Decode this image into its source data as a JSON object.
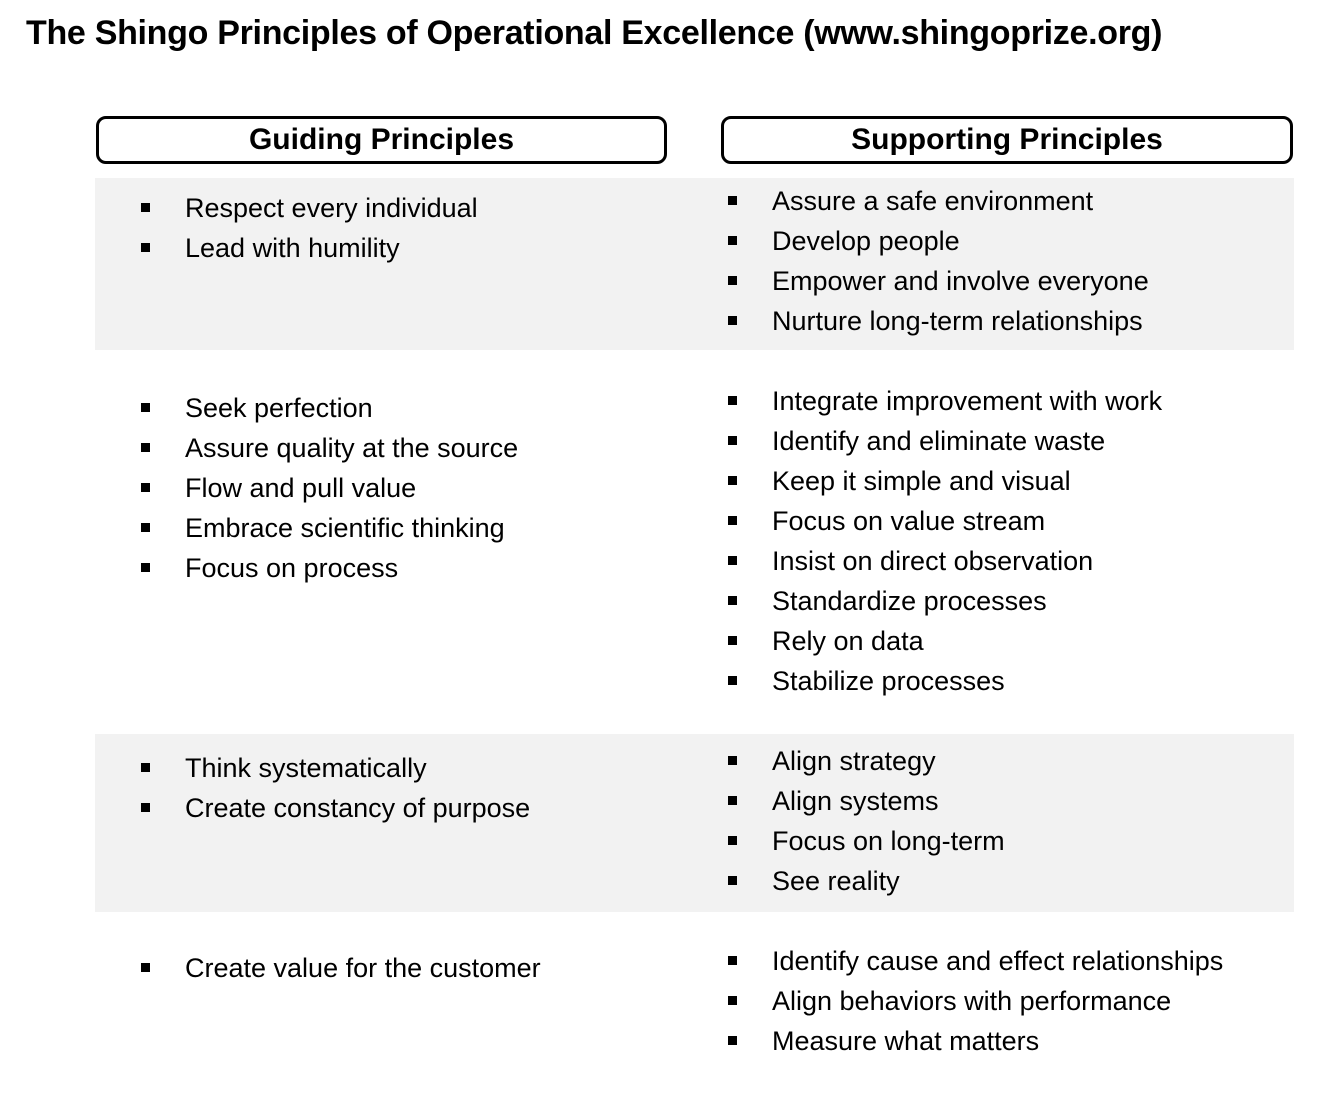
{
  "title": "The Shingo Principles of Operational Excellence (www.shingoprize.org)",
  "headers": {
    "guiding": "Guiding Principles",
    "supporting": "Supporting Principles"
  },
  "rows": [
    {
      "guiding": [
        "Respect every individual",
        "Lead with humility"
      ],
      "supporting": [
        "Assure a safe environment",
        "Develop people",
        "Empower and involve everyone",
        "Nurture long-term relationships"
      ]
    },
    {
      "guiding": [
        "Seek perfection",
        "Assure quality at the source",
        "Flow and pull value",
        "Embrace scientific thinking",
        "Focus on process"
      ],
      "supporting": [
        "Integrate improvement with work",
        "Identify and eliminate waste",
        "Keep it simple and visual",
        "Focus on value stream",
        "Insist on direct observation",
        "Standardize processes",
        "Rely on data",
        "Stabilize processes"
      ]
    },
    {
      "guiding": [
        "Think systematically",
        "Create constancy of purpose"
      ],
      "supporting": [
        "Align strategy",
        "Align systems",
        "Focus on long-term",
        "See reality"
      ]
    },
    {
      "guiding": [
        "Create value for the customer"
      ],
      "supporting": [
        "Identify cause and effect relationships",
        "Align behaviors with performance",
        "Measure what matters"
      ]
    }
  ]
}
